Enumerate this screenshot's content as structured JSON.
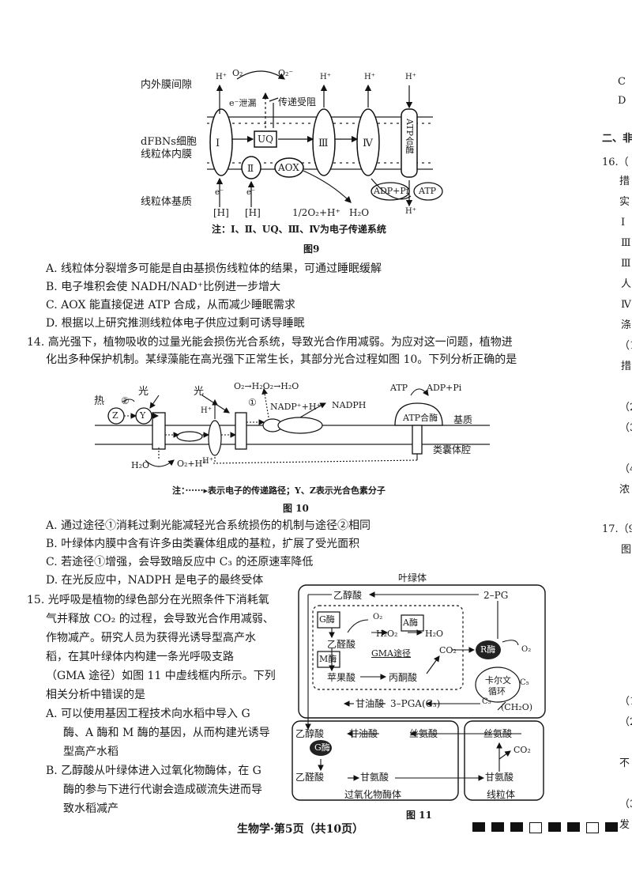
{
  "fig9": {
    "labels": {
      "imm": "内外膜间隙",
      "inner1": "dFBNs细胞",
      "inner2": "线粒体内膜",
      "matrix": "线粒体基质"
    },
    "parts": {
      "c1": "Ⅰ",
      "c2": "Ⅱ",
      "uq": "UQ",
      "c3": "Ⅲ",
      "c4": "Ⅳ",
      "aox": "AOX",
      "atpase": "ATP合酶"
    },
    "chem": {
      "hplus": "H⁺",
      "o2": "O₂",
      "o2minus": "O₂⁻",
      "eleak": "e⁻泄漏",
      "block": "传递受阻",
      "eminus": "e⁻",
      "h_bracket": "[H]",
      "half_o2": "1/2O₂+H⁺",
      "h2o": "H₂O",
      "adp": "ADP+Pi",
      "atp": "ATP"
    },
    "note": "注：Ⅰ、Ⅱ、UQ、Ⅲ、Ⅳ为电子传递系统",
    "caption": "图9"
  },
  "q13_options": [
    "A. 线粒体分裂增多可能是自由基损伤线粒体的结果，可通过睡眠缓解",
    "B. 电子堆积会使 NADH/NAD⁺比例进一步增大",
    "C. AOX 能直接促进 ATP 合成，从而减少睡眠需求",
    "D. 根据以上研究推测线粒体电子供应过剩可诱导睡眠"
  ],
  "q14": {
    "stem1": "14. 高光强下，植物吸收的过量光能会损伤光合系统，导致光合作用减弱。为应对这一问题，植物进",
    "stem2": "化出多种保护机制。某绿藻能在高光强下正常生长，其部分光合过程如图 10。下列分析正确的是",
    "options": [
      "A. 通过途径①消耗过剩光能减轻光合系统损伤的机制与途径②相同",
      "B. 叶绿体内膜中含有许多由类囊体组成的基粒，扩展了受光面积",
      "C. 若途径①增强，会导致暗反应中 C₃ 的还原速率降低",
      "D. 在光反应中，NADPH 是电子的最终受体"
    ]
  },
  "fig10": {
    "labels": {
      "heat": "热",
      "light1": "光",
      "light2": "光",
      "two": "②",
      "one": "①",
      "z": "Z",
      "y": "Y",
      "h2o2": "O₂→H₂O₂→H₂O",
      "nadp": "NADP⁺+H⁺",
      "nadph": "NADPH",
      "atp": "ATP",
      "adp": "ADP+Pi",
      "atpase": "ATP合酶",
      "stroma": "基质",
      "lumen": "类囊体腔",
      "h2o": "H₂O",
      "o2h": "O₂+H⁺",
      "hplus": "H⁺"
    },
    "note": "注：······▸表示电子的传递路径；Y、Z表示光合色素分子",
    "caption": "图 10"
  },
  "q15": {
    "lines": [
      "15. 光呼吸是植物的绿色部分在光照条件下消耗氧",
      "气并释放 CO₂ 的过程，会导致光合作用减弱、",
      "作物减产。研究人员为获得光诱导型高产水",
      "稻，在其叶绿体内构建一条光呼吸支路",
      "（GMA 途径）如图 11 中虚线框内所示。下列",
      "相关分析中错误的是",
      "A. 可以使用基因工程技术向水稻中导入 G",
      "酶、A 酶和 M 酶的基因，从而构建光诱导",
      "型高产水稻",
      "B. 乙醇酸从叶绿体进入过氧化物酶体，在 G",
      "酶的参与下进行代谢会造成碳流失进而导",
      "致水稻减产"
    ]
  },
  "fig11": {
    "labels": {
      "chloroplast": "叶绿体",
      "glycolate": "乙醇酸",
      "pg": "2–PG",
      "genz": "G酶",
      "aenz": "A酶",
      "menz": "M酶",
      "renz": "R酶",
      "gbubble": "G酶",
      "o2a": "O₂",
      "o2b": "O₂",
      "h2o2": "H₂O₂",
      "h2o": "H₂O",
      "glyoxylate": "乙醛酸",
      "gma": "GMA途径",
      "co2": "CO₂",
      "malate": "苹果酸",
      "pyruvate": "丙酮酸",
      "calvin1": "卡尔文",
      "calvin2": "循环",
      "c5": "C₅",
      "c5b": "C₅",
      "ch2o": "(CH₂O)",
      "glycerate": "甘油酸",
      "pga": "3–PGA(C₃)",
      "glycolate2": "乙醇酸",
      "glycerate2": "甘油酸",
      "serine": "丝氨酸",
      "serine2": "丝氨酸",
      "co2b": "CO₂",
      "glyoxylate2": "乙醛酸",
      "glycine": "甘氨酸",
      "glycine2": "甘氨酸",
      "peroxisome": "过氧化物酶体",
      "mito": "线粒体"
    },
    "caption": "图 11"
  },
  "right_edge": [
    "C",
    "D",
    "二、非",
    "16.（",
    "措",
    "实",
    "Ⅰ",
    "Ⅲ",
    "Ⅲ",
    "人",
    "Ⅳ",
    "涤",
    "（1",
    "措",
    "（2",
    "（3",
    "（4",
    "浓",
    "17.（9",
    "图",
    "（1",
    "（2",
    "不",
    "（3",
    "发"
  ],
  "footer": "生物学·第5页（共10页）"
}
